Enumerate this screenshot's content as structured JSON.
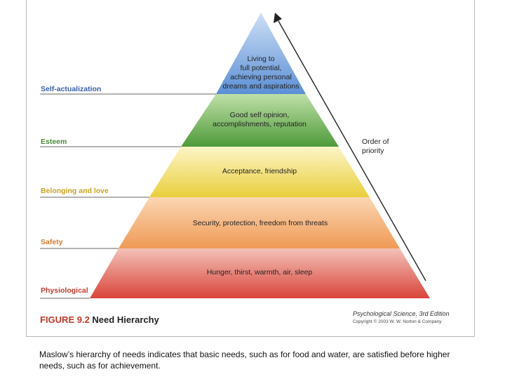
{
  "levels": {
    "self_actualization": "Self-actualization",
    "esteem": "Esteem",
    "belonging": "Belonging and love",
    "safety": "Safety",
    "physiological": "Physiological"
  },
  "tiers": {
    "self_actualization": [
      "Living to",
      "full potential,",
      "achieving personal",
      "dreams and aspirations"
    ],
    "esteem": [
      "Good self opinion,",
      "accomplishments, reputation"
    ],
    "belonging": "Acceptance, friendship",
    "safety": "Security, protection, freedom from threats",
    "physiological": "Hunger, thirst, warmth, air, sleep"
  },
  "priority": [
    "Order of",
    "priority"
  ],
  "figure": {
    "number": "FIGURE 9.2",
    "title": "Need Hierarchy"
  },
  "source": {
    "title": "Psychological Science, 3rd Edition",
    "copyright": "Copyright © 2003 W. W. Norton & Company"
  },
  "caption": "Maslow’s hierarchy of needs indicates that basic needs, such as for food and water, are satisfied before higher needs, such as for achievement.",
  "colors": {
    "self_actualization": "#5b8fd6",
    "esteem": "#4f9a3a",
    "belonging": "#e9cf3c",
    "safety": "#ef9a55",
    "physiological": "#d9443a"
  }
}
